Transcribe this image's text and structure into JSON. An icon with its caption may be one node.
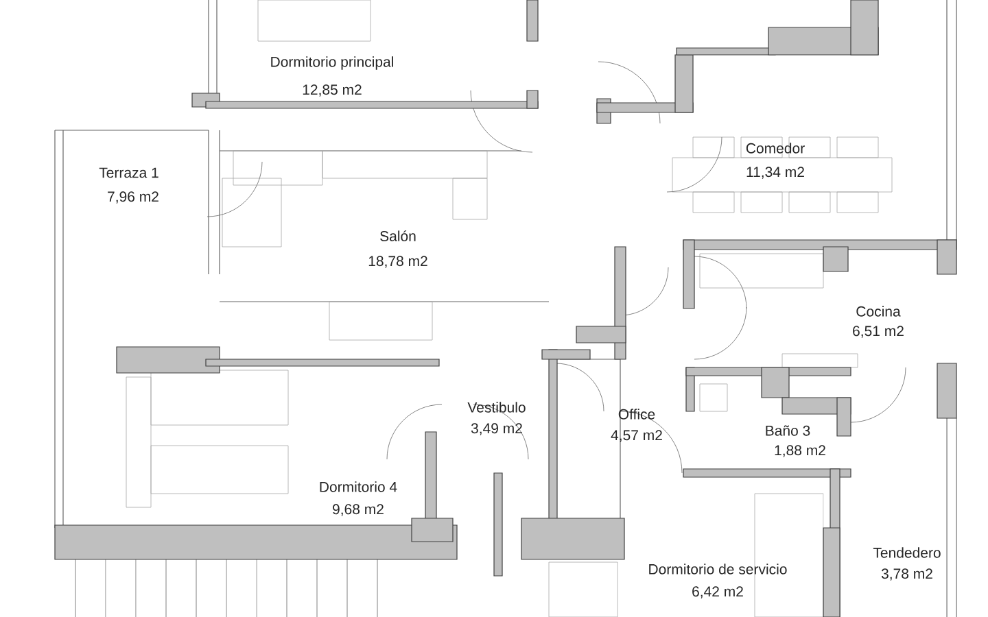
{
  "diagram": {
    "labels": [
      "Dormitorio principal",
      "12,85 m2",
      "Comedor",
      "11,34 m2",
      "Terraza 1",
      "7,96 m2",
      "Salón",
      "18,78 m2",
      "Cocina",
      "6,51 m2",
      "Vestibulo",
      "3,49 m2",
      "Office",
      "4,57 m2",
      "Baño 3",
      "1,88 m2",
      "Dormitorio 4",
      "9,68 m2",
      "Tendedero",
      "3,78 m2",
      "Dormitorio de servicio",
      "6,42 m2"
    ]
  }
}
